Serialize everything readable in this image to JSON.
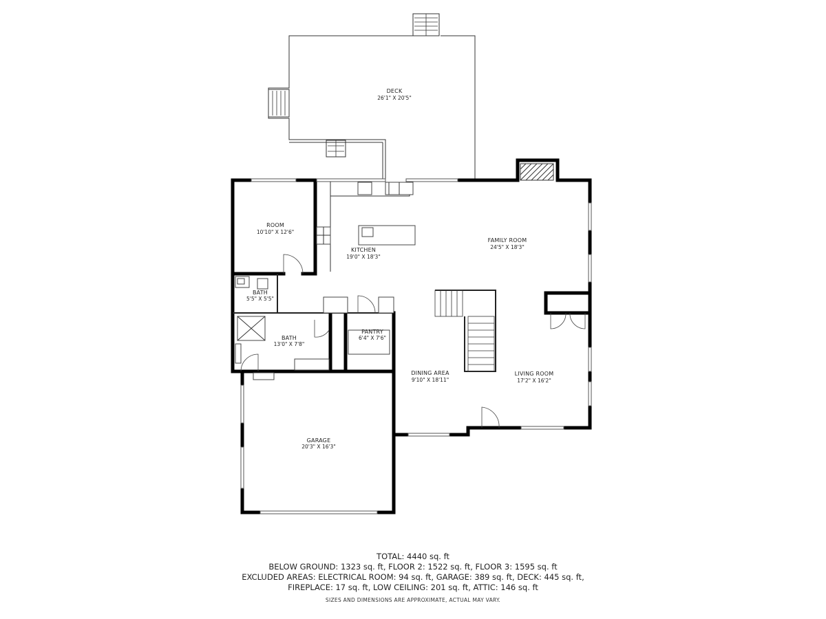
{
  "rooms": {
    "deck": {
      "name": "DECK",
      "dims": "26'1\" x 20'5\""
    },
    "room": {
      "name": "ROOM",
      "dims": "10'10\" x 12'6\""
    },
    "kitchen": {
      "name": "KITCHEN",
      "dims": "19'0\" x 18'3\""
    },
    "family_room": {
      "name": "FAMILY ROOM",
      "dims": "24'5\" x 18'3\""
    },
    "bath_small": {
      "name": "BATH",
      "dims": "5'5\" x 5'5\""
    },
    "bath": {
      "name": "BATH",
      "dims": "13'0\" x 7'8\""
    },
    "pantry": {
      "name": "PANTRY",
      "dims": "6'4\" x 7'6\""
    },
    "dining_area": {
      "name": "DINING AREA",
      "dims": "9'10\" x 18'11\""
    },
    "living_room": {
      "name": "LIVING ROOM",
      "dims": "17'2\" x 16'2\""
    },
    "garage": {
      "name": "GARAGE",
      "dims": "20'3\" x 16'3\""
    }
  },
  "summary": {
    "total": "TOTAL: 4440 sq. ft",
    "line2": "BELOW GROUND: 1323 sq. ft, FLOOR 2: 1522 sq. ft, FLOOR 3: 1595 sq. ft",
    "line3": "EXCLUDED AREAS: ELECTRICAL ROOM: 94 sq. ft, GARAGE: 389 sq. ft, DECK: 445 sq. ft,",
    "line4": "FIREPLACE: 17 sq. ft, LOW CEILING: 201 sq. ft, ATTIC: 146 sq. ft"
  },
  "disclaimer": "SIZES AND DIMENSIONS ARE APPROXIMATE, ACTUAL MAY VARY."
}
